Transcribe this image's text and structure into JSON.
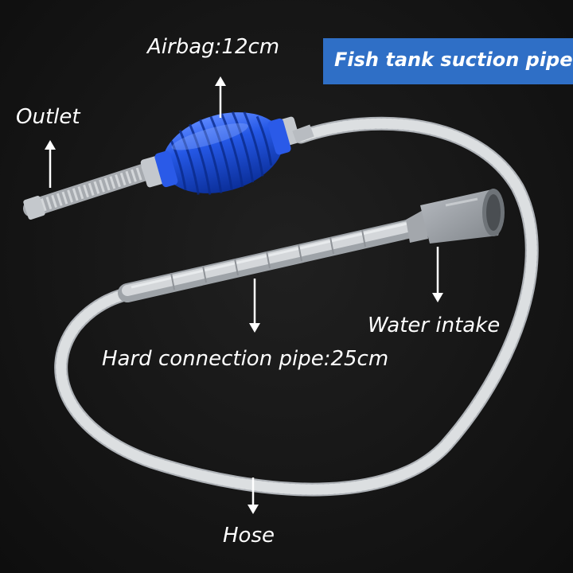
{
  "title": "Fish tank suction pipe",
  "labels": {
    "airbag": "Airbag:12cm",
    "outlet": "Outlet",
    "water_intake": "Water intake",
    "hard_pipe": "Hard connection pipe:25cm",
    "hose": "Hose"
  },
  "colors": {
    "background": "#141414",
    "banner": "#2f6fc6",
    "bulb": "#1e4fd8",
    "tube": "#c9ccd0",
    "text": "#ffffff"
  }
}
